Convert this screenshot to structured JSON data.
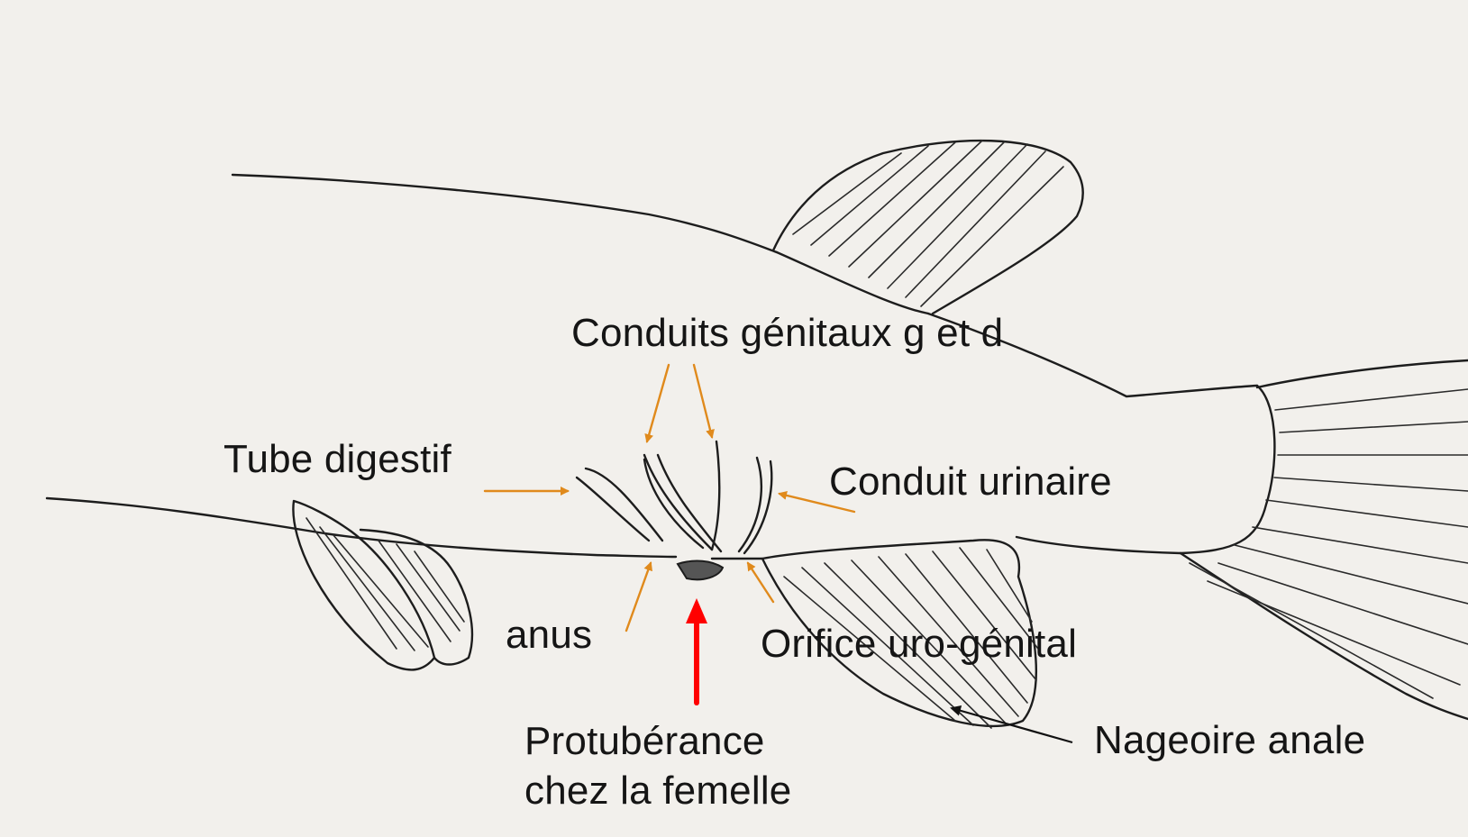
{
  "labels": {
    "conduits_genitaux": "Conduits génitaux g et d",
    "tube_digestif": "Tube digestif",
    "conduit_urinaire": "Conduit urinaire",
    "anus": "anus",
    "orifice": "Orifice uro-génital",
    "protuberance_line1": "Protubérance",
    "protuberance_line2": "chez la femelle",
    "nageoire": "Nageoire anale"
  },
  "colors": {
    "pointer_orange": "#e08a1c",
    "pointer_red": "#ff0000",
    "ink": "#1d1d1d",
    "paper": "#f2f0ec"
  }
}
